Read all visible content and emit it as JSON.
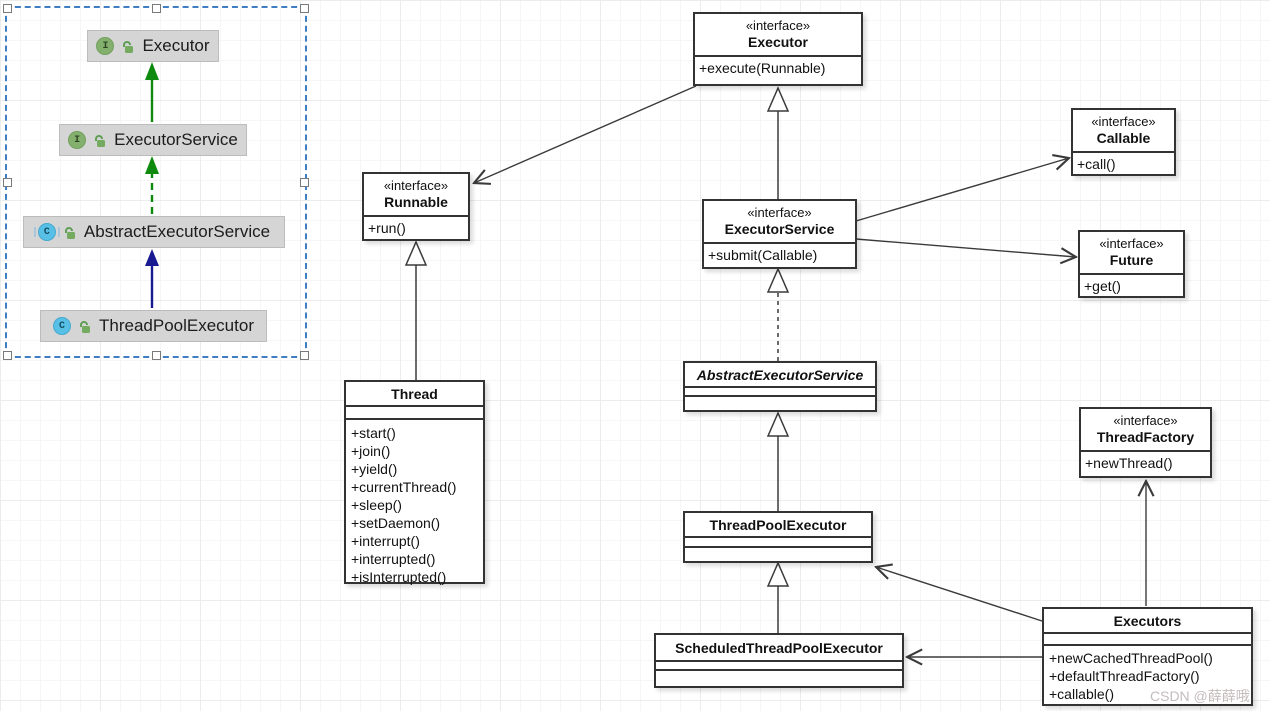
{
  "watermark": "CSDN @薛薛哦",
  "left_panel": {
    "interface_letter": "I",
    "class_letter": "C",
    "nodes": [
      {
        "label": "Executor"
      },
      {
        "label": "ExecutorService"
      },
      {
        "label": "AbstractExecutorService"
      },
      {
        "label": "ThreadPoolExecutor"
      }
    ]
  },
  "uml": {
    "executor": {
      "stereotype": "«interface»",
      "name": "Executor",
      "method": "+execute(Runnable)"
    },
    "runnable": {
      "stereotype": "«interface»",
      "name": "Runnable",
      "method": "+run()"
    },
    "callable": {
      "stereotype": "«interface»",
      "name": "Callable",
      "method": "+call()"
    },
    "executor_service": {
      "stereotype": "«interface»",
      "name": "ExecutorService",
      "method": "+submit(Callable)"
    },
    "future": {
      "stereotype": "«interface»",
      "name": "Future",
      "method": "+get()"
    },
    "abstract_executor_service": {
      "name": "AbstractExecutorService"
    },
    "thread": {
      "name": "Thread",
      "methods": [
        "+start()",
        "+join()",
        "+yield()",
        "+currentThread()",
        "+sleep()",
        "+setDaemon()",
        "+interrupt()",
        "+interrupted()",
        "+isInterrupted()"
      ]
    },
    "thread_pool_executor": {
      "name": "ThreadPoolExecutor"
    },
    "scheduled_thread_pool_executor": {
      "name": "ScheduledThreadPoolExecutor"
    },
    "thread_factory": {
      "stereotype": "«interface»",
      "name": "ThreadFactory",
      "method": "+newThread()"
    },
    "executors": {
      "name": "Executors",
      "methods": [
        "+newCachedThreadPool()",
        "+defaultThreadFactory()",
        "+callable()"
      ]
    }
  }
}
